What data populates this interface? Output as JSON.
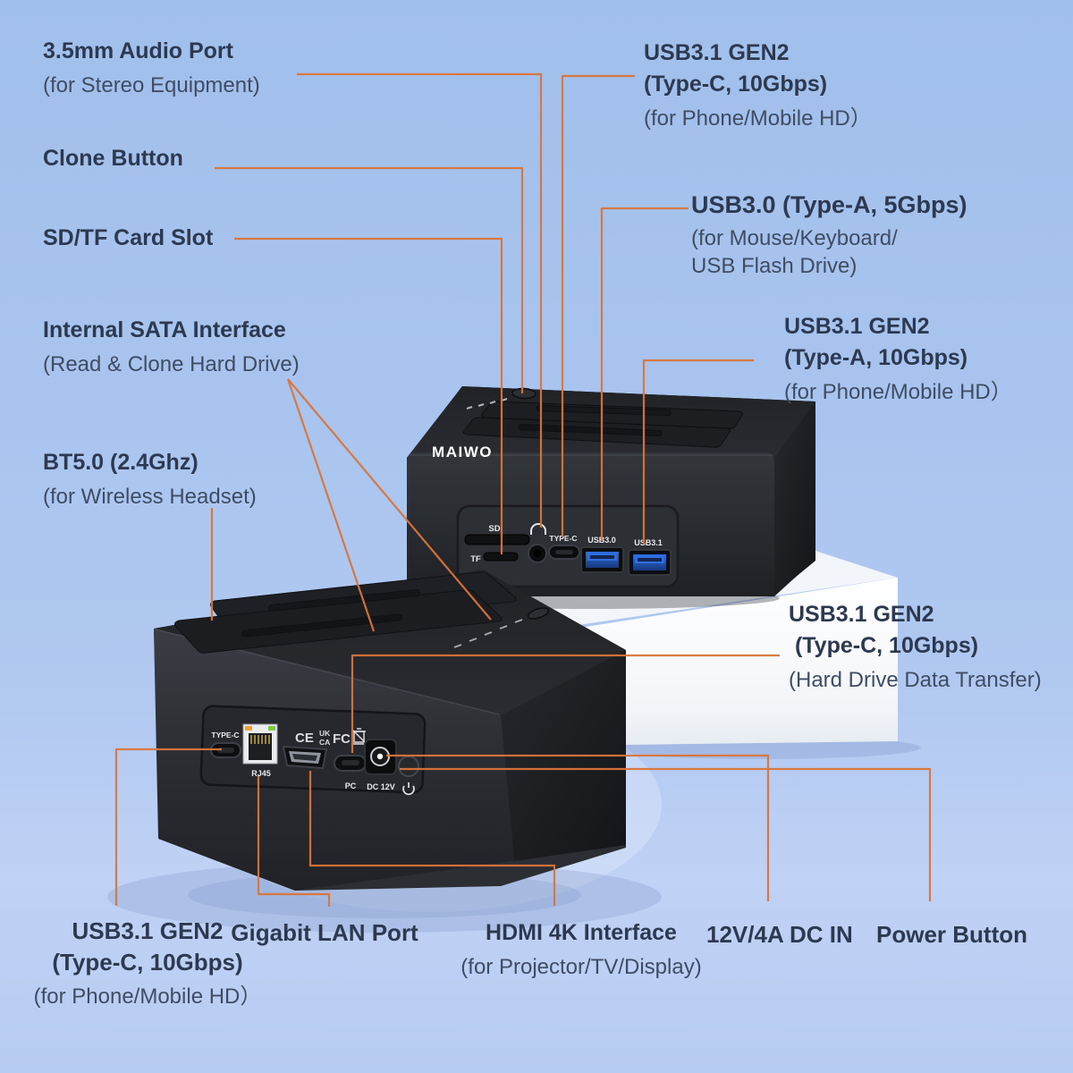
{
  "scene": {
    "accent_line_color": "#d9753a",
    "label_color": "#2c3950",
    "sublabel_color": "#3f4d64",
    "background_top": "#a1bfeb",
    "background_floor": "#c0d2f5",
    "device_color": "#26282c",
    "platform_color": "#f7f9fb"
  },
  "brand": {
    "logo": "MAIWO"
  },
  "callouts": {
    "audio": {
      "title": "3.5mm Audio Port",
      "subtitle": "(for Stereo Equipment)"
    },
    "clone": {
      "title": "Clone Button"
    },
    "sdtf": {
      "title": "SD/TF Card Slot"
    },
    "sata": {
      "title": "Internal SATA Interface",
      "subtitle": "(Read & Clone Hard Drive)"
    },
    "bt": {
      "title": "BT5.0 (2.4Ghz)",
      "subtitle": "(for Wireless Headset)"
    },
    "usbc_top": {
      "title": "USB3.1 GEN2",
      "title2": "(Type-C, 10Gbps)",
      "subtitle": "(for Phone/Mobile HD）"
    },
    "usba30": {
      "title": "USB3.0 (Type-A, 5Gbps)",
      "subtitle": "(for Mouse/Keyboard/",
      "subtitle2": "USB Flash Drive)"
    },
    "usba31": {
      "title": "USB3.1 GEN2",
      "title2": "(Type-A, 10Gbps)",
      "subtitle": "(for Phone/Mobile HD）"
    },
    "usbc_hdd": {
      "title": "USB3.1 GEN2",
      "title2": " (Type-C, 10Gbps)",
      "subtitle": "(Hard Drive Data Transfer)"
    },
    "usbc_rear": {
      "title": "USB3.1 GEN2",
      "title2": "(Type-C, 10Gbps)",
      "subtitle": "(for Phone/Mobile HD）"
    },
    "lan": {
      "title": "Gigabit LAN Port"
    },
    "hdmi": {
      "title": "HDMI 4K Interface",
      "subtitle": "(for Projector/TV/Display)"
    },
    "dc": {
      "title": "12V/4A DC IN"
    },
    "power": {
      "title": "Power Button"
    }
  },
  "front_ports": {
    "sd": "SD",
    "tf": "TF",
    "type_c": "TYPE-C",
    "usb30": "USB3.0",
    "usb31": "USB3.1"
  },
  "rear_ports": {
    "type_c": "TYPE-C",
    "rj45": "RJ45",
    "pc": "PC",
    "dc": "DC 12V"
  },
  "cert_marks": {
    "ce": "CE",
    "uk": "UK",
    "ca": "CA",
    "fcc": "FC"
  }
}
